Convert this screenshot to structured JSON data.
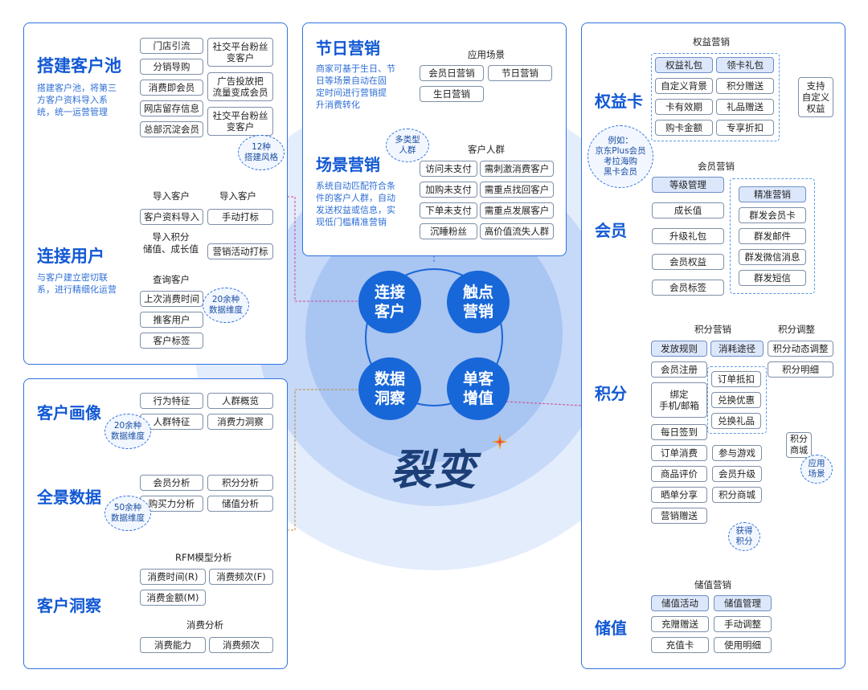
{
  "left_top": {
    "title1": "搭建客户池",
    "desc1": [
      "搭建客户池，将第三",
      "方客户资料导入系",
      "统，统一运营管理"
    ],
    "tags_a": [
      "门店引流",
      "分销导购",
      "消费即会员",
      "网店留存信息",
      "总部沉淀会员"
    ],
    "tags_b": [
      "社交平台粉丝\n变客户",
      "广告投放把\n流量变成会员",
      "社交平台粉丝\n变客户"
    ],
    "bubble1": "12种\n搭建风格",
    "title2": "连接用户",
    "desc2": [
      "与客户建立密切联",
      "系，进行精细化运营"
    ],
    "import1": "导入客户",
    "import2": "导入客户",
    "tag_import_data": "客户资料导入",
    "tag_manual": "手动打标",
    "import_points": "导入积分\n储值、成长值",
    "tag_activity": "营销活动打标",
    "query_label": "查询客户",
    "query_tags": [
      "上次消费时间",
      "推客用户",
      "客户标签"
    ],
    "bubble2": "20余种\n数据维度"
  },
  "left_bottom": {
    "title1": "客户画像",
    "tags1": [
      "行为特征",
      "人群概览",
      "人群特征",
      "消费力洞察"
    ],
    "bubble1": "20余种\n数据维度",
    "title2": "全景数据",
    "tags2": [
      "会员分析",
      "积分分析",
      "购买力分析",
      "储值分析"
    ],
    "bubble2": "50余种\n数据维度",
    "rfm_label": "RFM模型分析",
    "rfm_tags": [
      "消费时间(R)",
      "消费频次(F)",
      "消费金额(M)"
    ],
    "title3": "客户洞察",
    "consume_label": "消费分析",
    "consume_tags": [
      "消费能力",
      "消费频次"
    ]
  },
  "center_top": {
    "title1": "节日营销",
    "desc1": [
      "商家可基于生日、节",
      "日等场景自动在固",
      "定时间进行营销提",
      "升消费转化"
    ],
    "scene_label": "应用场景",
    "scene_tags": [
      "会员日营销",
      "节日营销",
      "生日营销"
    ],
    "bubble": "多类型\n人群",
    "title2": "场景营销",
    "crowd_label": "客户人群",
    "desc2": [
      "系统自动匹配符合条",
      "件的客户人群，自动",
      "发送权益或信息，实",
      "现低门槛精准营销"
    ],
    "crowd_tags": [
      "访问未支付",
      "需刺激消费客户",
      "加购未支付",
      "需重点找回客户",
      "下单未支付",
      "需重点发展客户",
      "沉睡粉丝",
      "高价值流失人群"
    ]
  },
  "center": {
    "nodes": [
      "连接\n客户",
      "触点\n营销",
      "数据\n洞察",
      "单客\n增值"
    ],
    "logo": "裂变"
  },
  "right": {
    "rights_header": "权益营销",
    "title_card": "权益卡",
    "card_tags": [
      "权益礼包",
      "领卡礼包",
      "自定义背景",
      "积分赠送",
      "卡有效期",
      "礼品赠送",
      "购卡金额",
      "专享折扣"
    ],
    "support": "支持\n自定义\n权益",
    "example": "例如：\n京东Plus会员\n考拉海购\n黑卡会员",
    "member_header": "会员营销",
    "title_member": "会员",
    "member_tags": [
      "等级管理",
      "成长值",
      "升级礼包",
      "会员权益",
      "会员标签"
    ],
    "precise_tags": [
      "精准营销",
      "群发会员卡",
      "群发邮件",
      "群发微信消息",
      "群发短信"
    ],
    "points_header": "积分营销",
    "points_adjust_header": "积分调整",
    "title_points": "积分",
    "points_tags_top": [
      "发放规则",
      "消耗途径",
      "积分动态调整",
      "积分明细"
    ],
    "points_left": [
      "会员注册",
      "绑定\n手机/邮箱",
      "每日签到",
      "订单消费",
      "商品评价",
      "晒单分享",
      "营销赠送"
    ],
    "points_mid": [
      "订单抵扣",
      "兑换优惠",
      "兑换礼品",
      "参与游戏",
      "会员升级",
      "积分商城"
    ],
    "points_mall": "积分\n商城",
    "points_scene": "应用\n场景",
    "points_get": "获得\n积分",
    "stored_header": "储值营销",
    "title_stored": "储值",
    "stored_tags": [
      "储值活动",
      "储值管理",
      "充赠赠送",
      "手动调整",
      "充值卡",
      "使用明细"
    ]
  },
  "colors": {
    "accent": "#1259d4",
    "node": "#1867d8",
    "border": "#2f73e0"
  }
}
